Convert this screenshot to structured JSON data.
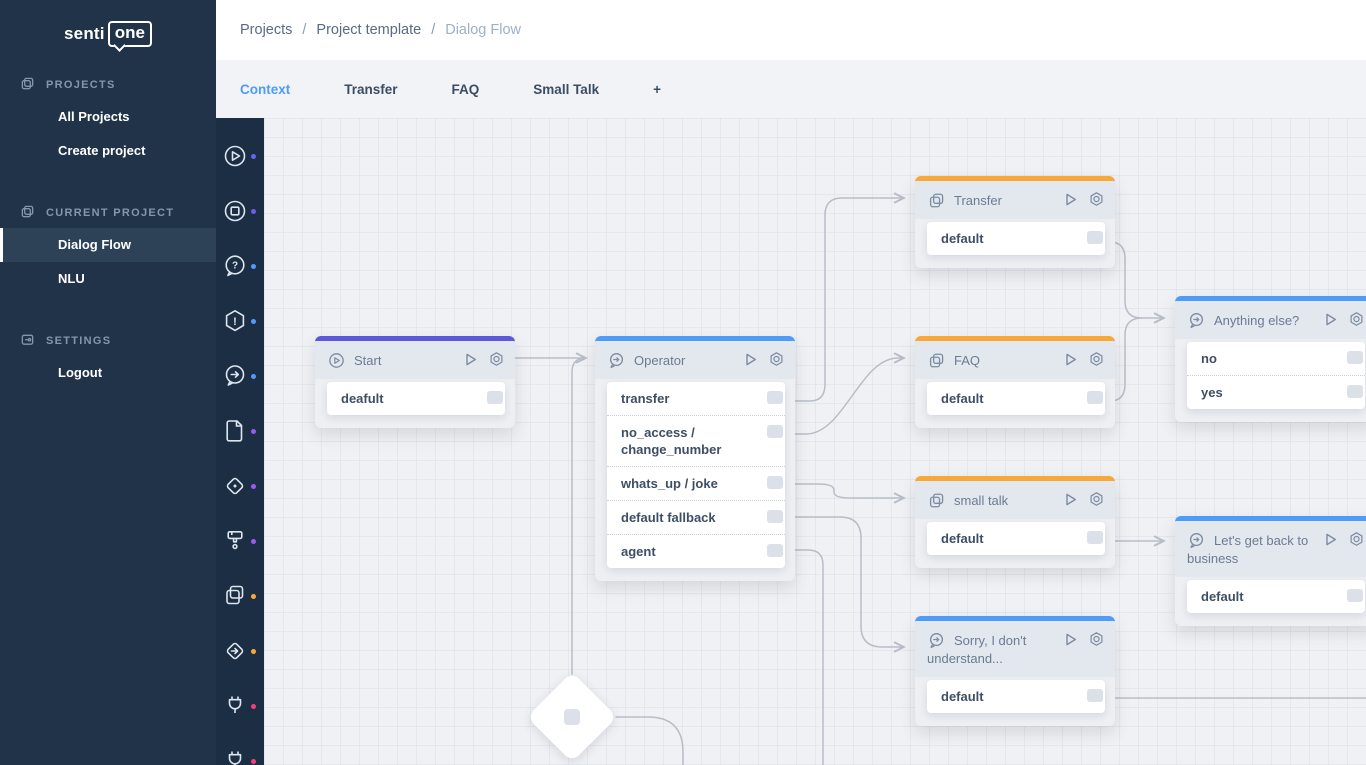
{
  "brand": {
    "name_left": "senti",
    "name_right": "one"
  },
  "sidebar": {
    "sections": [
      {
        "label": "PROJECTS",
        "icon": "projects-icon",
        "items": [
          {
            "label": "All Projects",
            "active": false
          },
          {
            "label": "Create project",
            "active": false
          }
        ]
      },
      {
        "label": "CURRENT PROJECT",
        "icon": "current-project-icon",
        "items": [
          {
            "label": "Dialog Flow",
            "active": true
          },
          {
            "label": "NLU",
            "active": false
          }
        ]
      },
      {
        "label": "SETTINGS",
        "icon": "settings-icon",
        "items": [
          {
            "label": "Logout",
            "active": false
          }
        ]
      }
    ]
  },
  "breadcrumb": {
    "separator": "/",
    "items": [
      {
        "label": "Projects",
        "current": false
      },
      {
        "label": "Project template",
        "current": false
      },
      {
        "label": "Dialog Flow",
        "current": true
      }
    ]
  },
  "tabs": [
    {
      "label": "Context",
      "active": true
    },
    {
      "label": "Transfer",
      "active": false
    },
    {
      "label": "FAQ",
      "active": false
    },
    {
      "label": "Small Talk",
      "active": false
    },
    {
      "label": "+",
      "active": false
    }
  ],
  "node_palette": [
    {
      "name": "start-node-icon",
      "dot_color": "#6366f1"
    },
    {
      "name": "stop-node-icon",
      "dot_color": "#6d5ce8"
    },
    {
      "name": "question-node-icon",
      "dot_color": "#4f9cf8"
    },
    {
      "name": "alert-node-icon",
      "dot_color": "#4f9cf8"
    },
    {
      "name": "chat-forward-node-icon",
      "dot_color": "#4f9cf8"
    },
    {
      "name": "document-node-icon",
      "dot_color": "#9b59f5"
    },
    {
      "name": "decision-node-icon",
      "dot_color": "#9b59f5"
    },
    {
      "name": "paint-node-icon",
      "dot_color": "#9b59f5"
    },
    {
      "name": "context-node-icon",
      "dot_color": "#f7a839"
    },
    {
      "name": "goto-node-icon",
      "dot_color": "#f7a839"
    },
    {
      "name": "plug-node-icon",
      "dot_color": "#f23f77"
    },
    {
      "name": "plug-alt-node-icon",
      "dot_color": "#f23f77"
    }
  ],
  "flow": {
    "nodes": [
      {
        "id": "start",
        "title": "Start",
        "type": "start",
        "accent": "#5b59d8",
        "rows": [
          "deafult"
        ]
      },
      {
        "id": "operator",
        "title": "Operator",
        "type": "dialog",
        "accent": "#4f9cf8",
        "rows": [
          "transfer",
          "no_access / change_number",
          "whats_up / joke",
          "default fallback",
          "agent"
        ]
      },
      {
        "id": "transfer",
        "title": "Transfer",
        "type": "context",
        "accent": "#f7a839",
        "rows": [
          "default"
        ]
      },
      {
        "id": "faq",
        "title": "FAQ",
        "type": "context",
        "accent": "#f7a839",
        "rows": [
          "default"
        ]
      },
      {
        "id": "small_talk",
        "title": "small talk",
        "type": "context",
        "accent": "#f7a839",
        "rows": [
          "default"
        ]
      },
      {
        "id": "sorry",
        "title": "Sorry, I don't understand...",
        "type": "dialog",
        "accent": "#4f9cf8",
        "rows": [
          "default"
        ]
      },
      {
        "id": "anything_else",
        "title": "Anything else?",
        "type": "dialog",
        "accent": "#4f9cf8",
        "rows": [
          "no",
          "yes"
        ]
      },
      {
        "id": "back_to_business",
        "title": "Let's get back to business",
        "type": "dialog",
        "accent": "#4f9cf8",
        "rows": [
          "default"
        ]
      }
    ],
    "decision_shape": {
      "id": "decision-diamond"
    },
    "connections": [
      {
        "from": "start",
        "to": "operator"
      },
      {
        "from": "decision-diamond.top",
        "to": "operator"
      },
      {
        "from": "operator.transfer",
        "to": "transfer"
      },
      {
        "from": "operator.no_access / change_number",
        "to": "faq"
      },
      {
        "from": "operator.whats_up / joke",
        "to": "small_talk"
      },
      {
        "from": "operator.default fallback",
        "to": "sorry"
      },
      {
        "from": "operator.agent",
        "to": "offscreen-bottom"
      },
      {
        "from": "decision-diamond.right",
        "to": "offscreen-bottom"
      },
      {
        "from": "transfer.default",
        "to": "anything_else"
      },
      {
        "from": "faq.default",
        "to": "anything_else"
      },
      {
        "from": "small_talk.default",
        "to": "back_to_business"
      },
      {
        "from": "sorry.default",
        "to": "offscreen-right"
      }
    ]
  },
  "colors": {
    "sidebar_bg": "#213349",
    "iconstrip_bg": "#1c2e44",
    "active_item_bg": "#2e4257",
    "tab_active": "#4f9cf8",
    "accent_blue": "#4f9cf8",
    "accent_orange": "#f7a839",
    "accent_indigo": "#5b59d8",
    "wire": "#b7bdc8",
    "canvas_bg": "#f0f1f4"
  }
}
